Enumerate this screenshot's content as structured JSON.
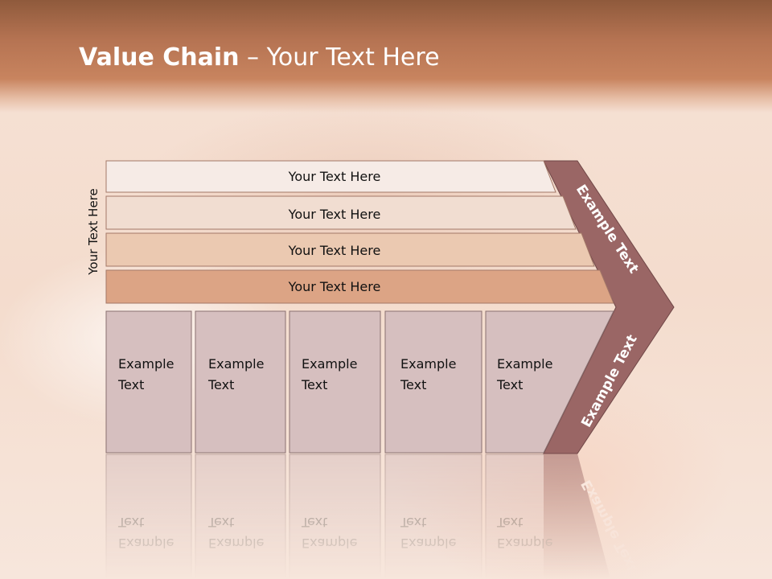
{
  "slide": {
    "title_bold": "Value Chain",
    "title_rest": " – Your Text Here",
    "side_label": "Your Text Here"
  },
  "bars": [
    {
      "label": "Your Text Here",
      "color": "#f6ebe6"
    },
    {
      "label": "Your Text Here",
      "color": "#f1ddd1"
    },
    {
      "label": "Your Text Here",
      "color": "#ebc9b1"
    },
    {
      "label": "Your Text Here",
      "color": "#dca485"
    }
  ],
  "boxes": [
    {
      "line1": "Example",
      "line2": "Text"
    },
    {
      "line1": "Example",
      "line2": "Text"
    },
    {
      "line1": "Example",
      "line2": "Text"
    },
    {
      "line1": "Example",
      "line2": "Text"
    },
    {
      "line1": "Example",
      "line2": "Text"
    }
  ],
  "chevron": {
    "upper_label": "Example Text",
    "lower_label": "Example Text",
    "color": "#9a6665"
  },
  "colors": {
    "box_fill": "#d6bfbf",
    "box_stroke": "#8a7070",
    "text": "#111111"
  }
}
